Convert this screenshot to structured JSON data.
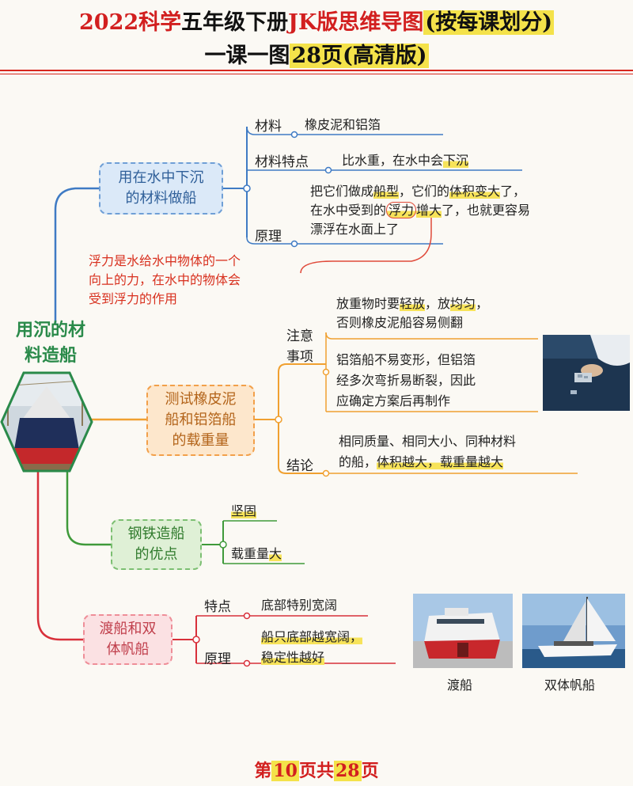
{
  "header": {
    "line1_part1": "2022科学",
    "line1_part2": "五年级下册",
    "line1_part3": "JK版思维导图",
    "line1_part4": "(按每课划分)",
    "line2_part1": "一课一图",
    "line2_part2": "28页(高清版)"
  },
  "central_topic": {
    "line1": "用沉的材",
    "line2": "料造船"
  },
  "branch1": {
    "title_line1": "用在水中下沉",
    "title_line2": "的材料做船",
    "material_label": "材料",
    "material_value": "橡皮泥和铝箔",
    "feature_label": "材料特点",
    "feature_value_prefix": "比水重，在水中会",
    "feature_value_hl": "下沉",
    "principle_label": "原理",
    "principle_line1_a": "把它们做成",
    "principle_line1_hl1": "船型",
    "principle_line1_b": "，它们的",
    "principle_line1_hl2": "体积变大",
    "principle_line1_c": "了，",
    "principle_line2_a": "在水中受到的",
    "principle_line2_hl": "浮力",
    "principle_line2_b": "增大",
    "principle_line2_c": "了，也就更容易",
    "principle_line3": "漂浮在水面上了",
    "note_line1": "浮力是水给水中物体的一个",
    "note_line2": "向上的力，在水中的物体会",
    "note_line3": "受到浮力的作用"
  },
  "branch2": {
    "title_line1": "测试橡皮泥",
    "title_line2": "船和铝箔船",
    "title_line3": "的载重量",
    "caution_label_line1": "注意",
    "caution_label_line2": "事项",
    "caution1_line1_a": "放重物时要",
    "caution1_line1_hl1": "轻放",
    "caution1_line1_b": "，放",
    "caution1_line1_hl2": "均匀",
    "caution1_line1_c": "，",
    "caution1_line2": "否则橡皮泥船容易侧翻",
    "caution2_line1": "铝箔船不易变形，但铝箔",
    "caution2_line2": "经多次弯折易断裂，因此",
    "caution2_line3": "应确定方案后再制作",
    "conclusion_label": "结论",
    "conclusion_line1": "相同质量、相同大小、同种材料",
    "conclusion_line2_a": "的船，",
    "conclusion_line2_hl": "体积越大，载重量越大"
  },
  "branch3": {
    "title_line1": "钢铁造船",
    "title_line2": "的优点",
    "item1": "坚固",
    "item2_a": "载重量",
    "item2_hl": "大"
  },
  "branch4": {
    "title_line1": "渡船和双",
    "title_line2": "体帆船",
    "feature_label": "特点",
    "feature_value": "底部特别宽阔",
    "principle_label": "原理",
    "principle_line1": "船只底部越宽阔，",
    "principle_line2": "稳定性越好",
    "caption_ferry": "渡船",
    "caption_catamaran": "双体帆船"
  },
  "footer": {
    "part1": "第",
    "part2": "10",
    "part3": "页共",
    "part4": "28",
    "part5": "页"
  }
}
